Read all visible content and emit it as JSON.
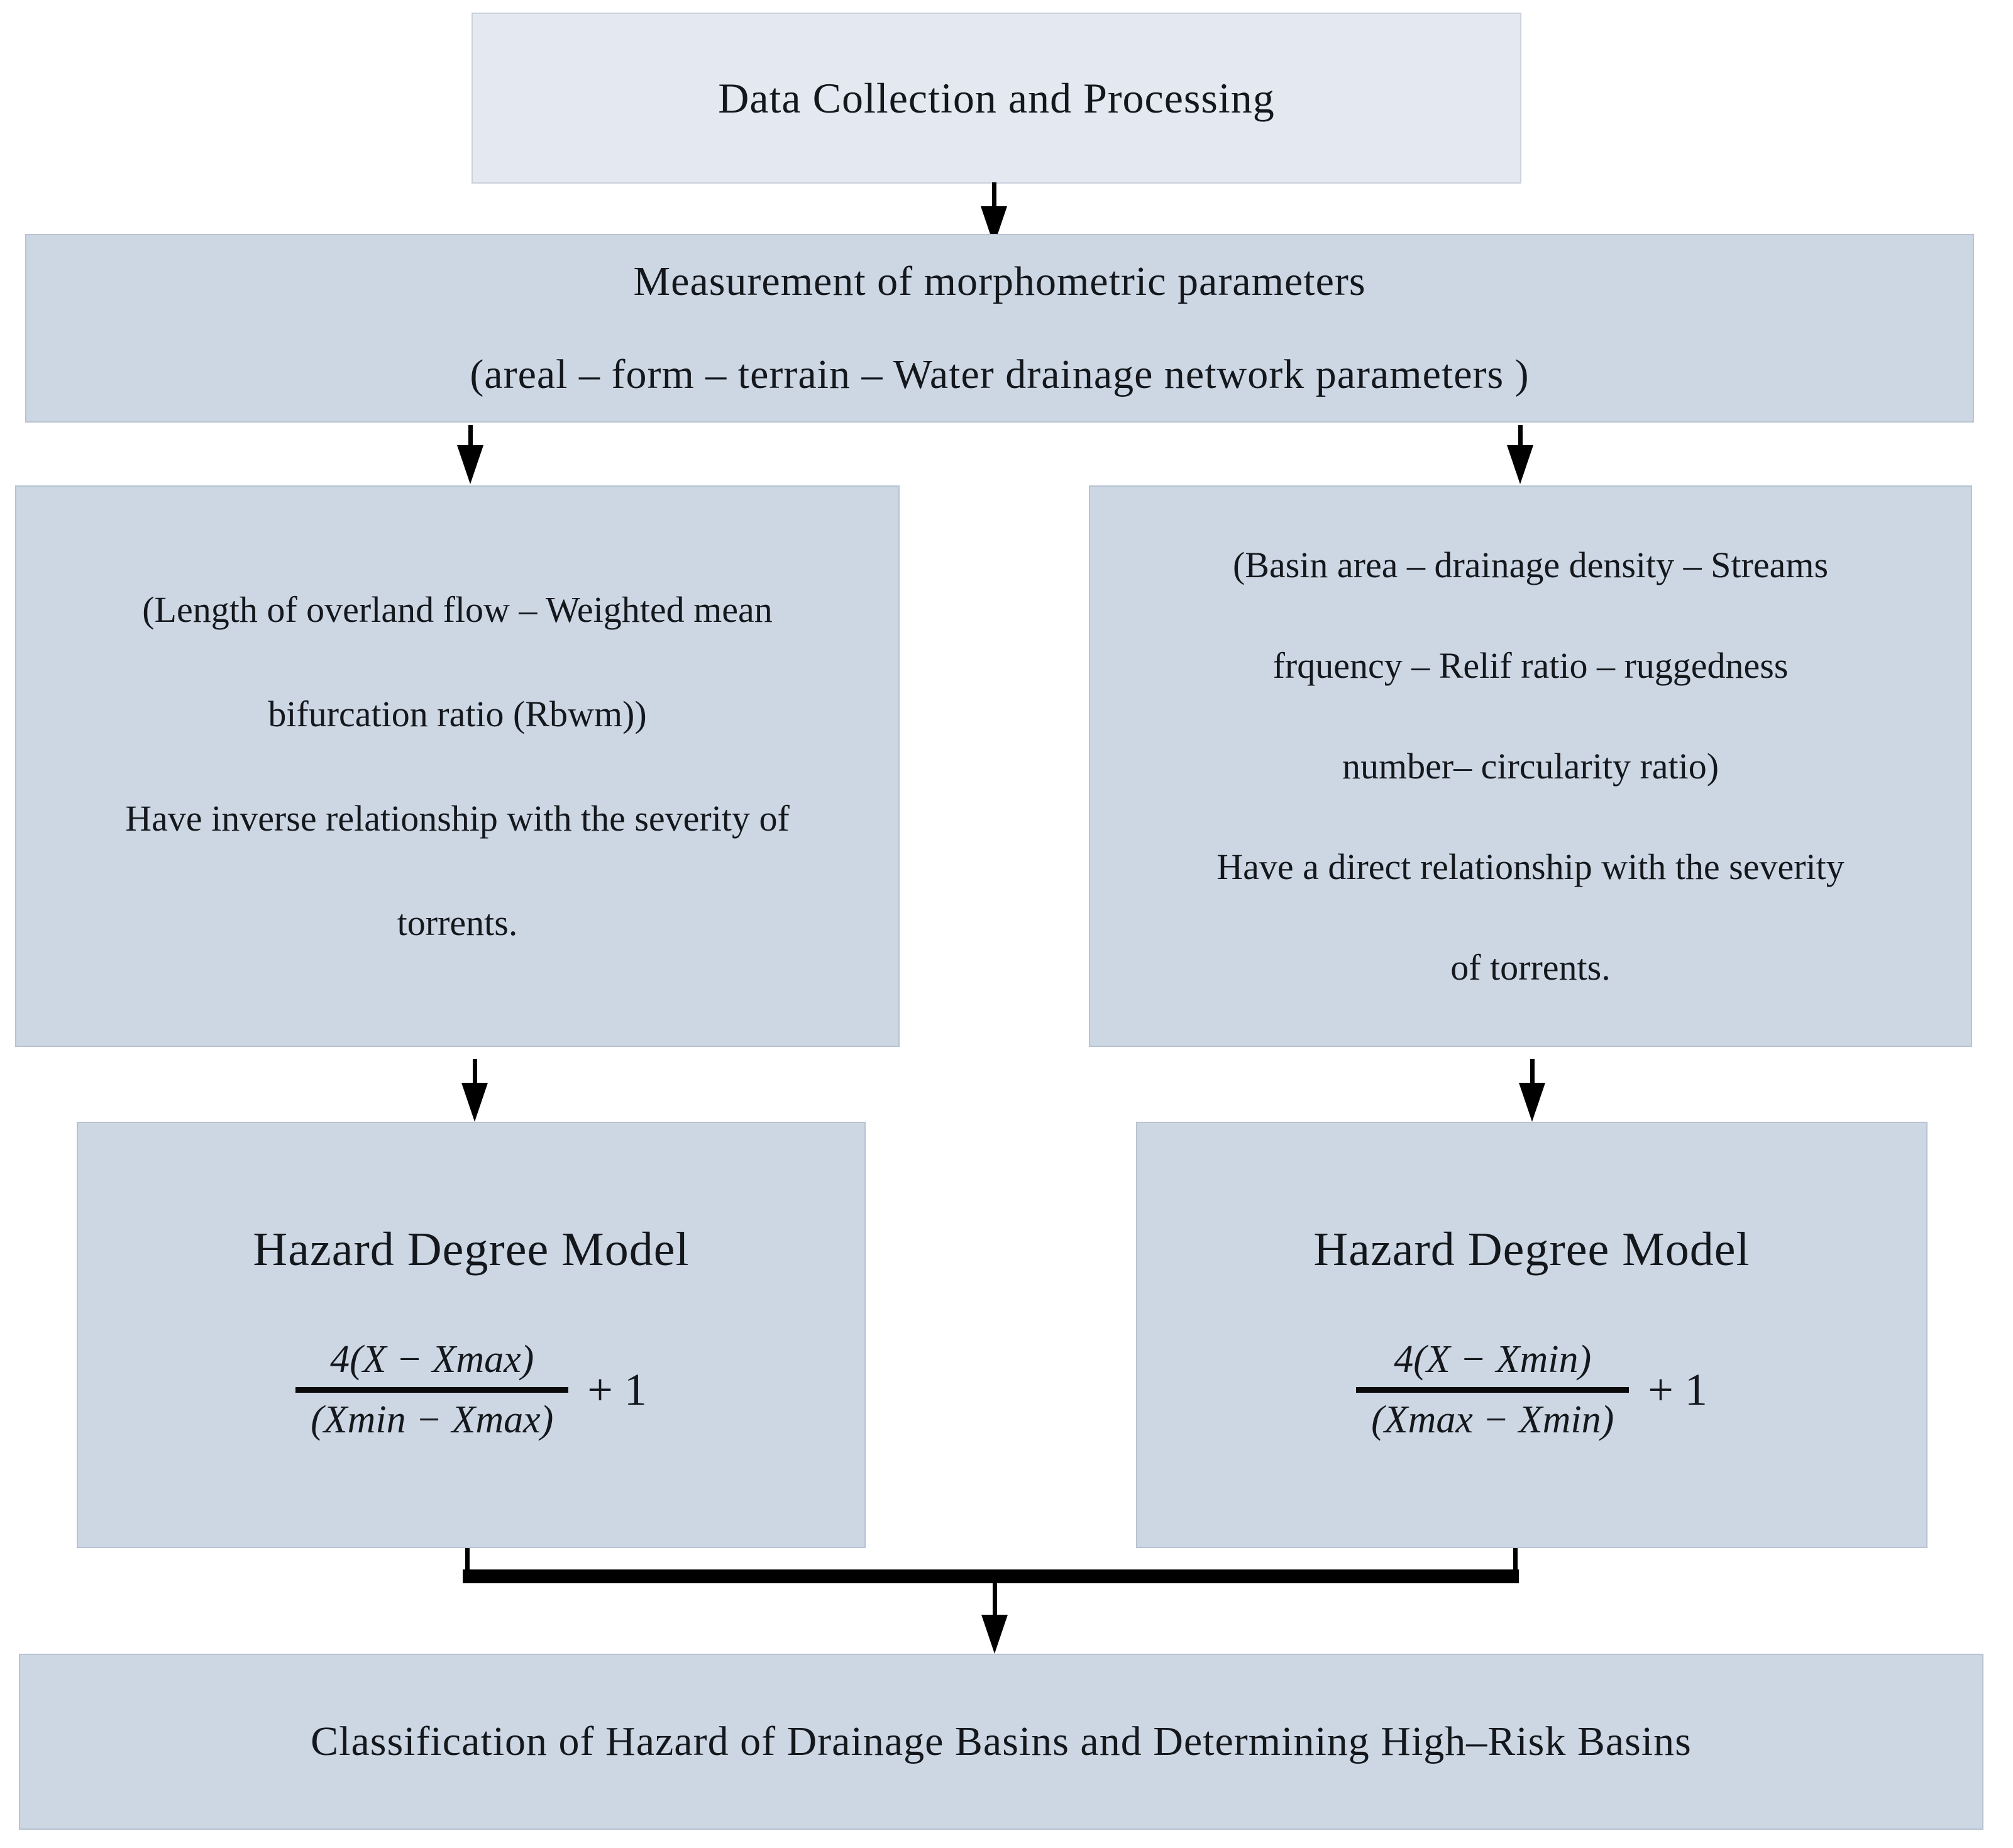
{
  "figure": {
    "top_box": {
      "text": "Data Collection and Processing"
    },
    "measurement_box": {
      "line1": "Measurement of morphometric parameters",
      "line2": "(areal – form – terrain – Water drainage network parameters )"
    },
    "inverse_parameters_box": {
      "lines": [
        "(Length of overland flow – Weighted mean",
        "bifurcation ratio (Rbwm))",
        "Have inverse relationship with the severity of",
        "torrents."
      ]
    },
    "direct_parameters_box": {
      "lines": [
        "(Basin area – drainage density – Streams",
        "frquency – Relif ratio – ruggedness",
        "number– circularity ratio)",
        "Have a direct relationship with the severity",
        "of torrents."
      ]
    },
    "left_model_box": {
      "title": "Hazard Degree Model",
      "formula": {
        "numerator": "4(X − Xmax)",
        "denominator": "(Xmin − Xmax)",
        "suffix": "+ 1"
      }
    },
    "right_model_box": {
      "title": "Hazard Degree Model",
      "formula": {
        "numerator": "4(X − Xmin)",
        "denominator": "(Xmax − Xmin)",
        "suffix": "+ 1"
      }
    },
    "bottom_box": {
      "text": "Classification of Hazard of Drainage Basins and Determining High–Risk Basins"
    },
    "colors": {
      "top_box_bg": "#e4e8f1",
      "box_bg": "#cdd7e3",
      "arrow": "#000000",
      "text": "#14181d"
    }
  }
}
